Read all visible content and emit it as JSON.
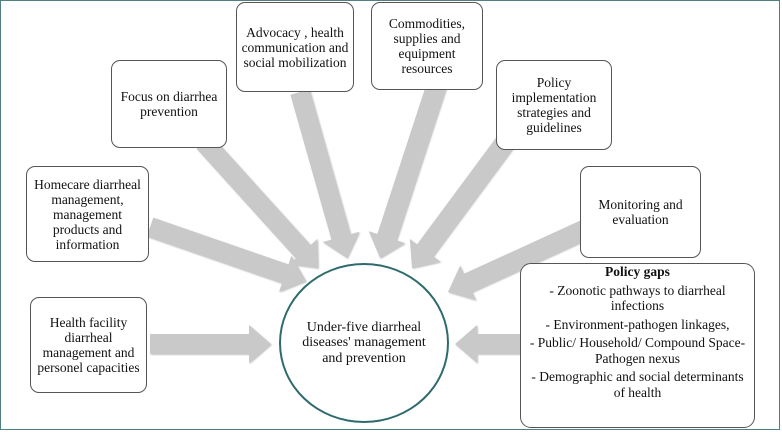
{
  "diagram": {
    "center": "Under-five diarrheal diseases' management and prevention",
    "boxes": [
      "Advocacy , health communication and social mobilization",
      "Commodities, supplies and equipment resources",
      "Focus on diarrhea prevention",
      "Policy implementation strategies and guidelines",
      "Homecare diarrheal management, management products and information",
      "Monitoring and evaluation",
      "Health facility diarrheal management and personel capacities"
    ],
    "policy_gaps": {
      "title": "Policy gaps",
      "items": [
        "- Zoonotic pathways to diarrheal infections",
        "- Environment-pathogen linkages,",
        "- Public/ Household/ Compound Space-Pathogen nexus",
        "- Demographic and social determinants of health"
      ]
    },
    "colors": {
      "arrow": "#c9c9c9",
      "circle_border": "#2f6b6e",
      "frame": "#4f7f80"
    }
  }
}
